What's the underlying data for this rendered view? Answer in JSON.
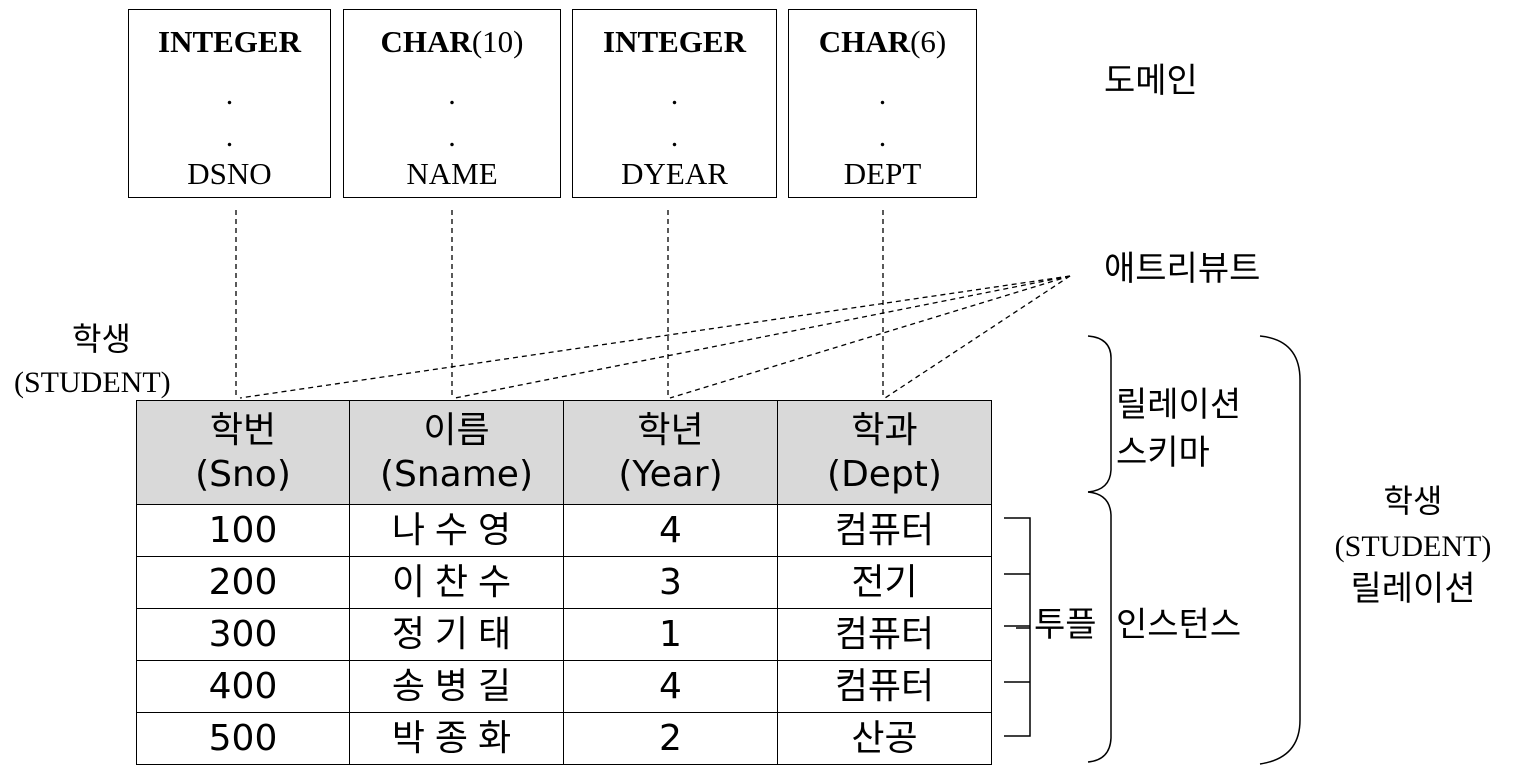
{
  "domains": [
    {
      "type_bold": "INTEGER",
      "type_paren": "",
      "dot1": ".",
      "dot2": ".",
      "name": "DSNO"
    },
    {
      "type_bold": "CHAR",
      "type_paren": "(10)",
      "dot1": ".",
      "dot2": ".",
      "name": "NAME"
    },
    {
      "type_bold": "INTEGER",
      "type_paren": "",
      "dot1": ".",
      "dot2": ".",
      "name": "DYEAR"
    },
    {
      "type_bold": "CHAR",
      "type_paren": "(6)",
      "dot1": ".",
      "dot2": ".",
      "name": "DEPT"
    }
  ],
  "labels": {
    "domain": "도메인",
    "attribute": "애트리뷰트",
    "table_name_ko": "학생",
    "table_name_en": "(STUDENT)",
    "schema_line1": "릴레이션",
    "schema_line2": "스키마",
    "tuple": "투플",
    "instance": "인스턴스",
    "relation_ko": "학생",
    "relation_en": "(STUDENT)",
    "relation_word": "릴레이션"
  },
  "table": {
    "headers": [
      {
        "ko": "학번",
        "en": "(Sno)"
      },
      {
        "ko": "이름",
        "en": "(Sname)"
      },
      {
        "ko": "학년",
        "en": "(Year)"
      },
      {
        "ko": "학과",
        "en": "(Dept)"
      }
    ],
    "rows": [
      [
        "100",
        "나수영",
        "4",
        "컴퓨터"
      ],
      [
        "200",
        "이찬수",
        "3",
        "전기"
      ],
      [
        "300",
        "정기태",
        "1",
        "컴퓨터"
      ],
      [
        "400",
        "송병길",
        "4",
        "컴퓨터"
      ],
      [
        "500",
        "박종화",
        "2",
        "산공"
      ]
    ]
  }
}
